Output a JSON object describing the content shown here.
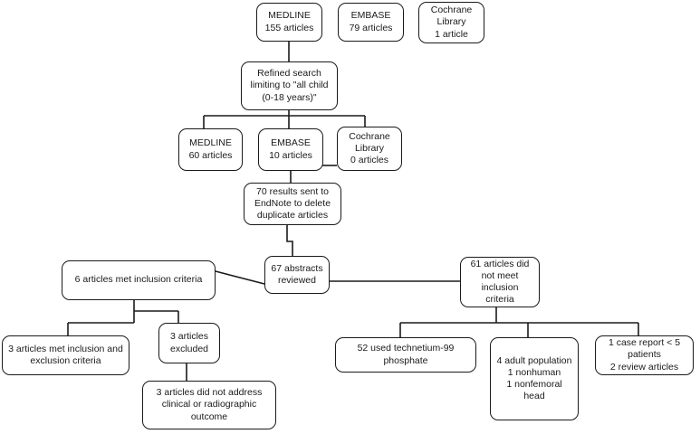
{
  "diagram": {
    "type": "flowchart",
    "box_border_color": "#1a1a1a",
    "background_color": "#ffffff",
    "nodes": {
      "medline_155": {
        "label": "MEDLINE\n155 articles"
      },
      "embase_79": {
        "label": "EMBASE\n79 articles"
      },
      "cochrane_1": {
        "label": "Cochrane\nLibrary\n1 article"
      },
      "refined_search": {
        "label": "Refined search\nlimiting to \"all child\n(0-18 years)\""
      },
      "medline_60": {
        "label": "MEDLINE\n60 articles"
      },
      "embase_10": {
        "label": "EMBASE\n10 articles"
      },
      "cochrane_0": {
        "label": "Cochrane\nLibrary\n0 articles"
      },
      "endnote_70": {
        "label": "70 results sent to\nEndNote to delete\nduplicate articles"
      },
      "abstracts_67": {
        "label": "67 abstracts\nreviewed"
      },
      "included_6": {
        "label": "6 articles met inclusion criteria"
      },
      "not_met_61": {
        "label": "61 articles did\nnot meet\ninclusion\ncriteria"
      },
      "incl_excl_3": {
        "label": "3 articles met inclusion and\nexclusion criteria"
      },
      "excluded_3": {
        "label": "3 articles\nexcluded"
      },
      "no_outcome_3": {
        "label": "3 articles did not address\nclinical or radiographic\noutcome"
      },
      "technetium_52": {
        "label": "52 used  technetium-99\nphosphate"
      },
      "adult_4": {
        "label": "4 adult population\n1 nonhuman\n1 nonfemoral\nhead"
      },
      "case_report_1": {
        "label": "1 case report < 5\npatients\n2 review articles"
      }
    }
  }
}
